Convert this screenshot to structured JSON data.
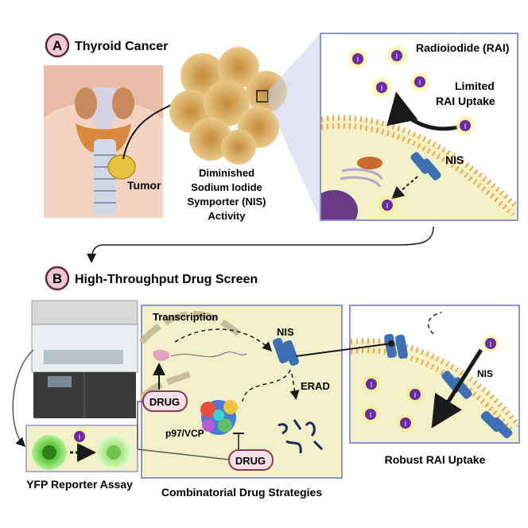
{
  "panel_a": {
    "badge": "A",
    "title": "Thyroid Cancer",
    "tumor_label": "Tumor",
    "nis_caption": [
      "Diminished",
      "Sodium Iodide",
      "Symporter (NIS)",
      "Activity"
    ],
    "rai_title": "Radioiodide (RAI)",
    "limited_label": [
      "Limited",
      "RAI Uptake"
    ],
    "nis_label": "NIS",
    "iodide_symbol": "I"
  },
  "panel_b": {
    "badge": "B",
    "title": "High-Throughput Drug Screen",
    "reporter_label": "YFP Reporter Assay",
    "transcription_label": "Transcription",
    "nis_label": "NIS",
    "erad_label": "ERAD",
    "p97_label": "p97/VCP",
    "drug_label_1": "DRUG",
    "drug_label_2": "DRUG",
    "combo_label": "Combinatorial Drug Strategies",
    "robust_label": "Robust RAI Uptake",
    "nis_right_label": "NIS",
    "iodide_symbol": "I"
  },
  "colors": {
    "panel_bg": "#f2f0c8",
    "panel_border": "#8e94c7",
    "badge_fill": "#f0c6d6",
    "badge_stroke": "#5a2a3a",
    "iodide_fill": "#6a2aa6",
    "iodide_glow": "#f6f28a",
    "nis_blue": "#3d6fb5",
    "drug_fill": "#f7dfe8",
    "drug_stroke": "#8a3b5a",
    "yfp_green": "#7ed957"
  }
}
